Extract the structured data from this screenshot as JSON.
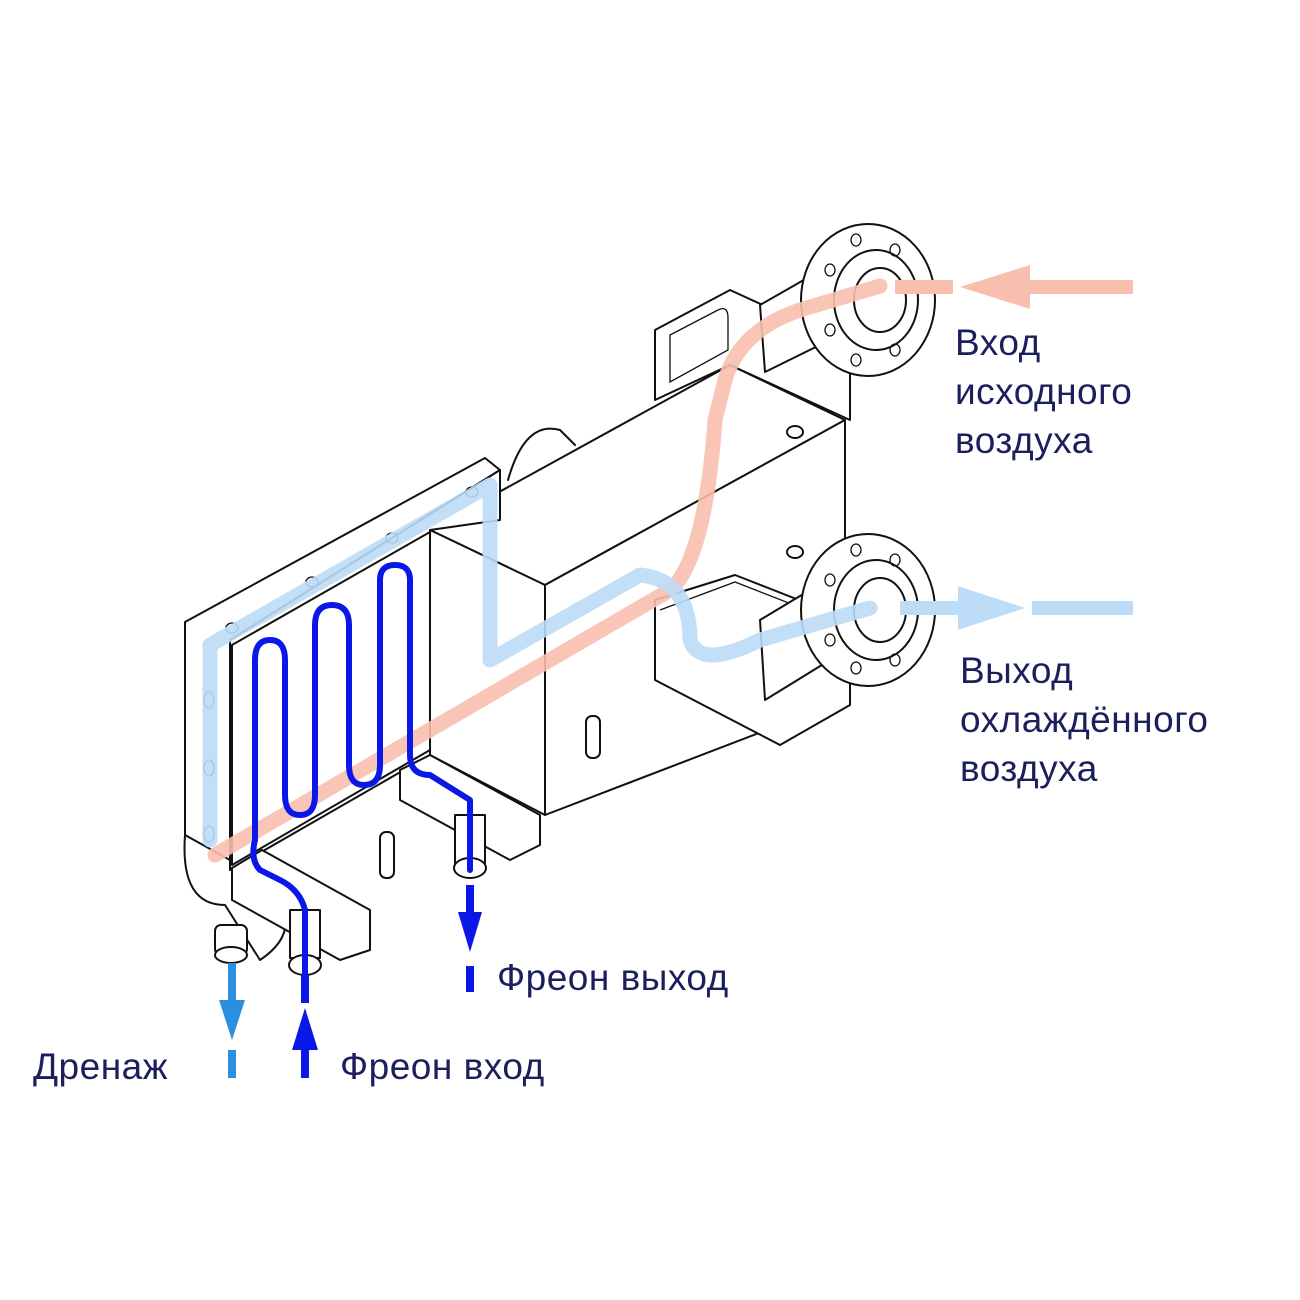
{
  "labels": {
    "air_in": [
      "Вход",
      "исходного",
      "воздуха"
    ],
    "air_out": [
      "Выход",
      "охлаждённого",
      "воздуха"
    ],
    "freon_out": "Фреон выход",
    "freon_in": "Фреон вход",
    "drain": "Дренаж"
  },
  "colors": {
    "hot_air": "#f8bfae",
    "cold_air": "#bcdcf7",
    "freon": "#0a17e6",
    "drain": "#2b8fe0",
    "text": "#1b1f5c",
    "outline": "#111111"
  }
}
